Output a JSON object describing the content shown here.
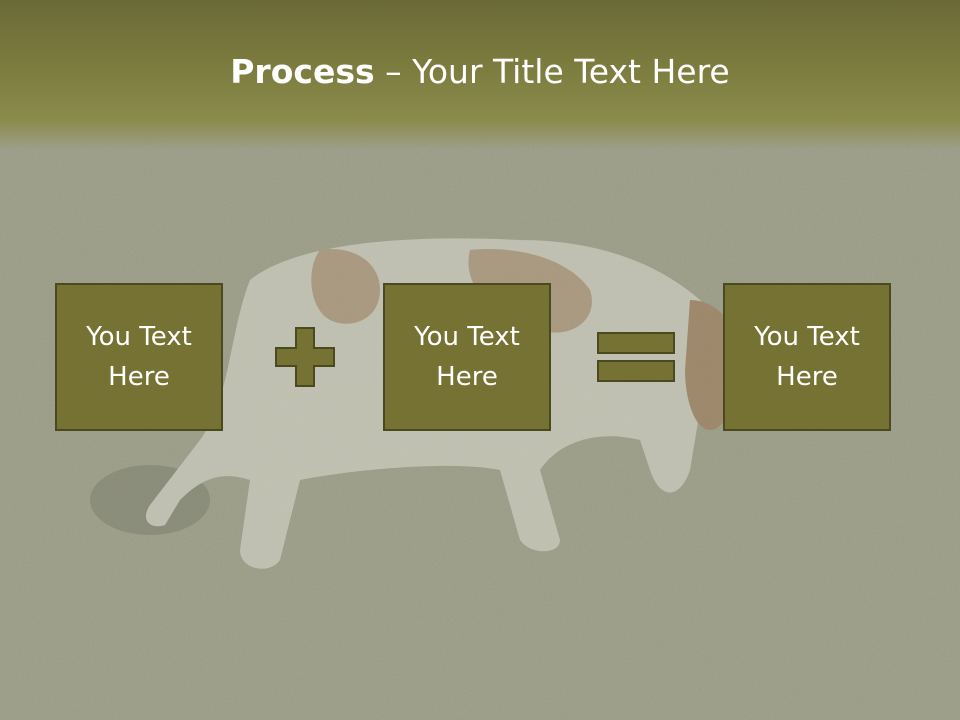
{
  "slide": {
    "title_bold": "Process",
    "title_rest": " – Your Title Text Here",
    "boxes": [
      {
        "label": "You Text Here"
      },
      {
        "label": "You Text Here"
      },
      {
        "label": "You Text Here"
      }
    ],
    "operators": [
      "plus-icon",
      "equals-icon"
    ],
    "colors": {
      "box_fill": "#757234",
      "box_border": "#4b4a1f",
      "title_band": "#7a7a3e",
      "text": "#ffffff"
    }
  }
}
